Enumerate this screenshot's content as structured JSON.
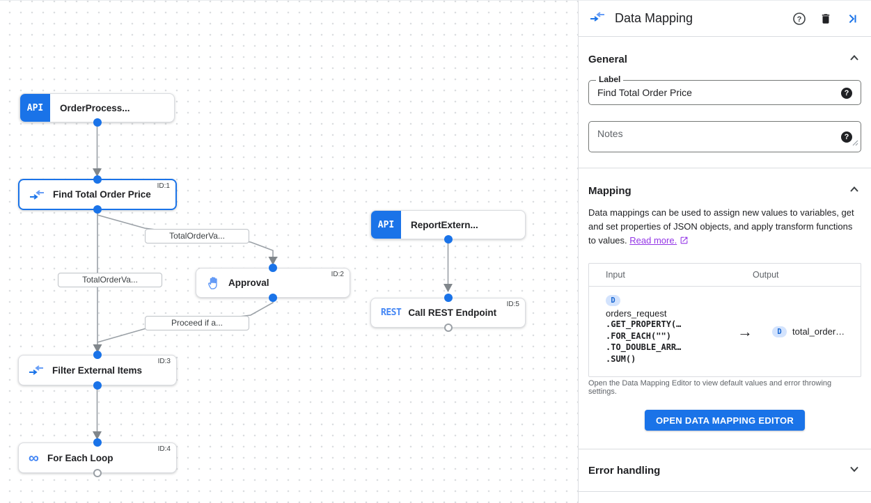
{
  "panel": {
    "title": "Data Mapping",
    "header_icons": {
      "help": "help-icon",
      "delete": "trash-icon",
      "collapse": "collapse-panel-icon"
    },
    "general": {
      "title": "General"
    },
    "fields": {
      "label": {
        "label": "Label",
        "value": "Find Total Order Price"
      },
      "notes": {
        "placeholder": "Notes"
      }
    },
    "mapping": {
      "title": "Mapping",
      "description": "Data mappings can be used to assign new values to variables, get and set properties of JSON objects, and apply transform functions to values.",
      "read_more": "Read more.",
      "table": {
        "input_header": "Input",
        "output_header": "Output",
        "input_badge": "D",
        "input_variable": "orders_request",
        "input_code": [
          ".GET_PROPERTY(…",
          ".FOR_EACH(\"\")",
          ".TO_DOUBLE_ARR…",
          ".SUM()"
        ],
        "arrow": "→",
        "output_badge": "D",
        "output_variable": "total_order…"
      },
      "caption": "Open the Data Mapping Editor to view default values and error throwing settings.",
      "button": "OPEN DATA MAPPING EDITOR"
    },
    "error_handling": {
      "title": "Error handling"
    }
  },
  "canvas": {
    "nodes": [
      {
        "type": "api",
        "badge": "API",
        "label": "OrderProcess..."
      },
      {
        "type": "mapping",
        "label": "Find Total Order Price",
        "id_tag": "ID:1",
        "selected": true
      },
      {
        "type": "api",
        "badge": "API",
        "label": "ReportExtern..."
      },
      {
        "type": "hand",
        "label": "Approval",
        "id_tag": "ID:2"
      },
      {
        "type": "rest",
        "badge": "REST",
        "label": "Call REST Endpoint",
        "id_tag": "ID:5"
      },
      {
        "type": "mapping",
        "label": "Filter External Items",
        "id_tag": "ID:3"
      },
      {
        "type": "loop",
        "label": "For Each Loop",
        "id_tag": "ID:4"
      }
    ],
    "edge_labels": [
      {
        "text": "TotalOrderVa..."
      },
      {
        "text": "TotalOrderVa..."
      },
      {
        "text": "Proceed if a..."
      }
    ]
  },
  "colors": {
    "accent_blue": "#1a73e8",
    "icon_blue": "#4285f4",
    "light_blue_arrow": "#669df6",
    "edge_gray": "#9aa0a6",
    "link_purple": "#9334e6",
    "badge_bg": "#d3e3fd",
    "badge_text": "#1967d2"
  }
}
